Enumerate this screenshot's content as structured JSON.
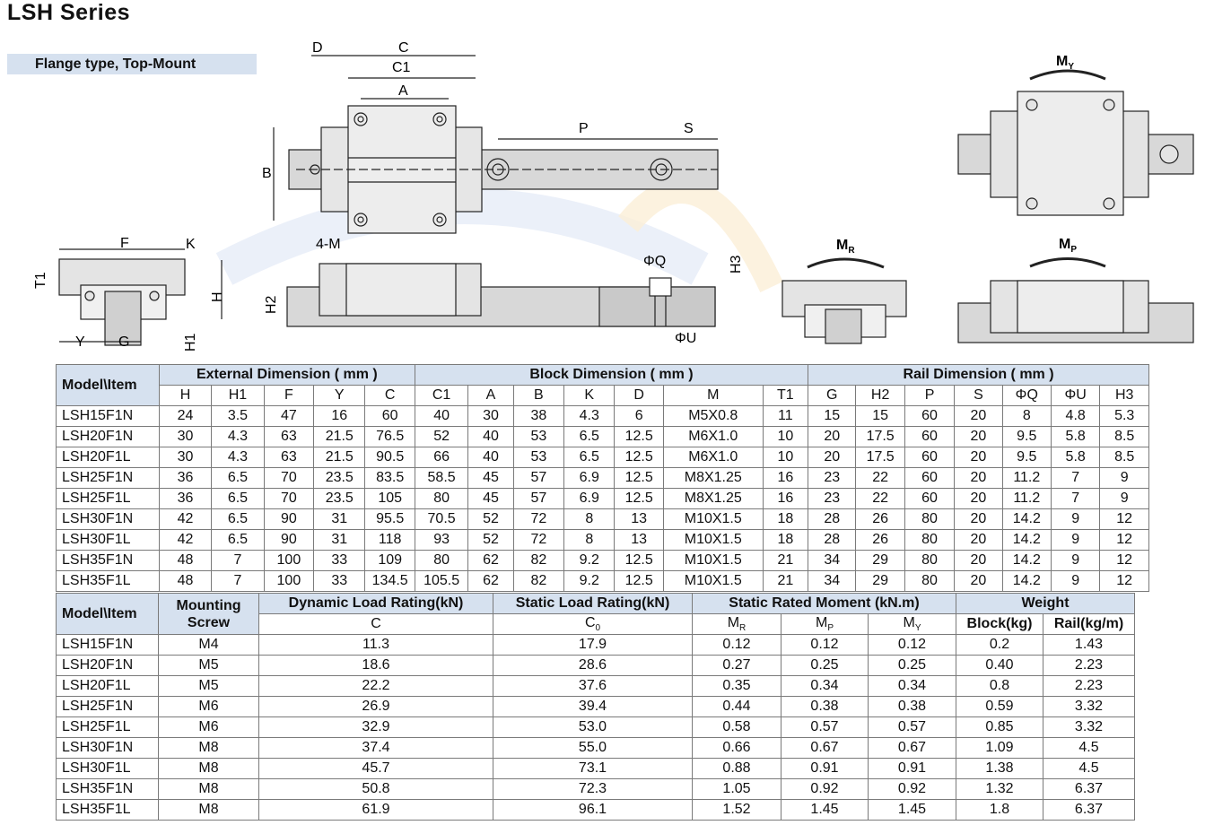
{
  "header": {
    "title": "LSH Series",
    "subtitle": "Flange type, Top-Mount"
  },
  "drawing_labels": {
    "top_view": [
      "D",
      "C",
      "C1",
      "A",
      "B",
      "P",
      "S"
    ],
    "end_view": [
      "F",
      "K",
      "T1",
      "H",
      "Y",
      "G",
      "H1"
    ],
    "side_view": [
      "4-M",
      "H2",
      "ΦQ",
      "H3",
      "ΦU"
    ],
    "moment_views": [
      "MY",
      "MR",
      "MP"
    ]
  },
  "dimension_table": {
    "model_header": "Model\\Item",
    "groups": [
      {
        "label": "External Dimension ( mm )",
        "span": 5
      },
      {
        "label": "Block Dimension ( mm )",
        "span": 7
      },
      {
        "label": "Rail Dimension ( mm )",
        "span": 7
      }
    ],
    "columns": [
      "H",
      "H1",
      "F",
      "Y",
      "C",
      "C1",
      "A",
      "B",
      "K",
      "D",
      "M",
      "T1",
      "G",
      "H2",
      "P",
      "S",
      "ΦQ",
      "ΦU",
      "H3"
    ],
    "rows": [
      [
        "LSH15F1N",
        "24",
        "3.5",
        "47",
        "16",
        "60",
        "40",
        "30",
        "38",
        "4.3",
        "6",
        "M5X0.8",
        "11",
        "15",
        "15",
        "60",
        "20",
        "8",
        "4.8",
        "5.3"
      ],
      [
        "LSH20F1N",
        "30",
        "4.3",
        "63",
        "21.5",
        "76.5",
        "52",
        "40",
        "53",
        "6.5",
        "12.5",
        "M6X1.0",
        "10",
        "20",
        "17.5",
        "60",
        "20",
        "9.5",
        "5.8",
        "8.5"
      ],
      [
        "LSH20F1L",
        "30",
        "4.3",
        "63",
        "21.5",
        "90.5",
        "66",
        "40",
        "53",
        "6.5",
        "12.5",
        "M6X1.0",
        "10",
        "20",
        "17.5",
        "60",
        "20",
        "9.5",
        "5.8",
        "8.5"
      ],
      [
        "LSH25F1N",
        "36",
        "6.5",
        "70",
        "23.5",
        "83.5",
        "58.5",
        "45",
        "57",
        "6.9",
        "12.5",
        "M8X1.25",
        "16",
        "23",
        "22",
        "60",
        "20",
        "11.2",
        "7",
        "9"
      ],
      [
        "LSH25F1L",
        "36",
        "6.5",
        "70",
        "23.5",
        "105",
        "80",
        "45",
        "57",
        "6.9",
        "12.5",
        "M8X1.25",
        "16",
        "23",
        "22",
        "60",
        "20",
        "11.2",
        "7",
        "9"
      ],
      [
        "LSH30F1N",
        "42",
        "6.5",
        "90",
        "31",
        "95.5",
        "70.5",
        "52",
        "72",
        "8",
        "13",
        "M10X1.5",
        "18",
        "28",
        "26",
        "80",
        "20",
        "14.2",
        "9",
        "12"
      ],
      [
        "LSH30F1L",
        "42",
        "6.5",
        "90",
        "31",
        "118",
        "93",
        "52",
        "72",
        "8",
        "13",
        "M10X1.5",
        "18",
        "28",
        "26",
        "80",
        "20",
        "14.2",
        "9",
        "12"
      ],
      [
        "LSH35F1N",
        "48",
        "7",
        "100",
        "33",
        "109",
        "80",
        "62",
        "82",
        "9.2",
        "12.5",
        "M10X1.5",
        "21",
        "34",
        "29",
        "80",
        "20",
        "14.2",
        "9",
        "12"
      ],
      [
        "LSH35F1L",
        "48",
        "7",
        "100",
        "33",
        "134.5",
        "105.5",
        "62",
        "82",
        "9.2",
        "12.5",
        "M10X1.5",
        "21",
        "34",
        "29",
        "80",
        "20",
        "14.2",
        "9",
        "12"
      ]
    ]
  },
  "load_table": {
    "model_header": "Model\\Item",
    "mounting_screw_header": "Mounting Screw",
    "dynamic_header": "Dynamic Load Rating(kN)",
    "static_header": "Static Load Rating(kN)",
    "moment_header": "Static Rated Moment (kN.m)",
    "weight_header": "Weight",
    "sub_c": "C",
    "sub_c0": "C",
    "sub_c0_sub": "0",
    "sub_mr": "M",
    "sub_mr_sub": "R",
    "sub_mp": "M",
    "sub_mp_sub": "P",
    "sub_my": "M",
    "sub_my_sub": "Y",
    "sub_block": "Block(kg)",
    "sub_rail": "Rail(kg/m)",
    "rows": [
      [
        "LSH15F1N",
        "M4",
        "11.3",
        "17.9",
        "0.12",
        "0.12",
        "0.12",
        "0.2",
        "1.43"
      ],
      [
        "LSH20F1N",
        "M5",
        "18.6",
        "28.6",
        "0.27",
        "0.25",
        "0.25",
        "0.40",
        "2.23"
      ],
      [
        "LSH20F1L",
        "M5",
        "22.2",
        "37.6",
        "0.35",
        "0.34",
        "0.34",
        "0.8",
        "2.23"
      ],
      [
        "LSH25F1N",
        "M6",
        "26.9",
        "39.4",
        "0.44",
        "0.38",
        "0.38",
        "0.59",
        "3.32"
      ],
      [
        "LSH25F1L",
        "M6",
        "32.9",
        "53.0",
        "0.58",
        "0.57",
        "0.57",
        "0.85",
        "3.32"
      ],
      [
        "LSH30F1N",
        "M8",
        "37.4",
        "55.0",
        "0.66",
        "0.67",
        "0.67",
        "1.09",
        "4.5"
      ],
      [
        "LSH30F1L",
        "M8",
        "45.7",
        "73.1",
        "0.88",
        "0.91",
        "0.91",
        "1.38",
        "4.5"
      ],
      [
        "LSH35F1N",
        "M8",
        "50.8",
        "72.3",
        "1.05",
        "0.92",
        "0.92",
        "1.32",
        "6.37"
      ],
      [
        "LSH35F1L",
        "M8",
        "61.9",
        "96.1",
        "1.52",
        "1.45",
        "1.45",
        "1.8",
        "6.37"
      ]
    ]
  }
}
